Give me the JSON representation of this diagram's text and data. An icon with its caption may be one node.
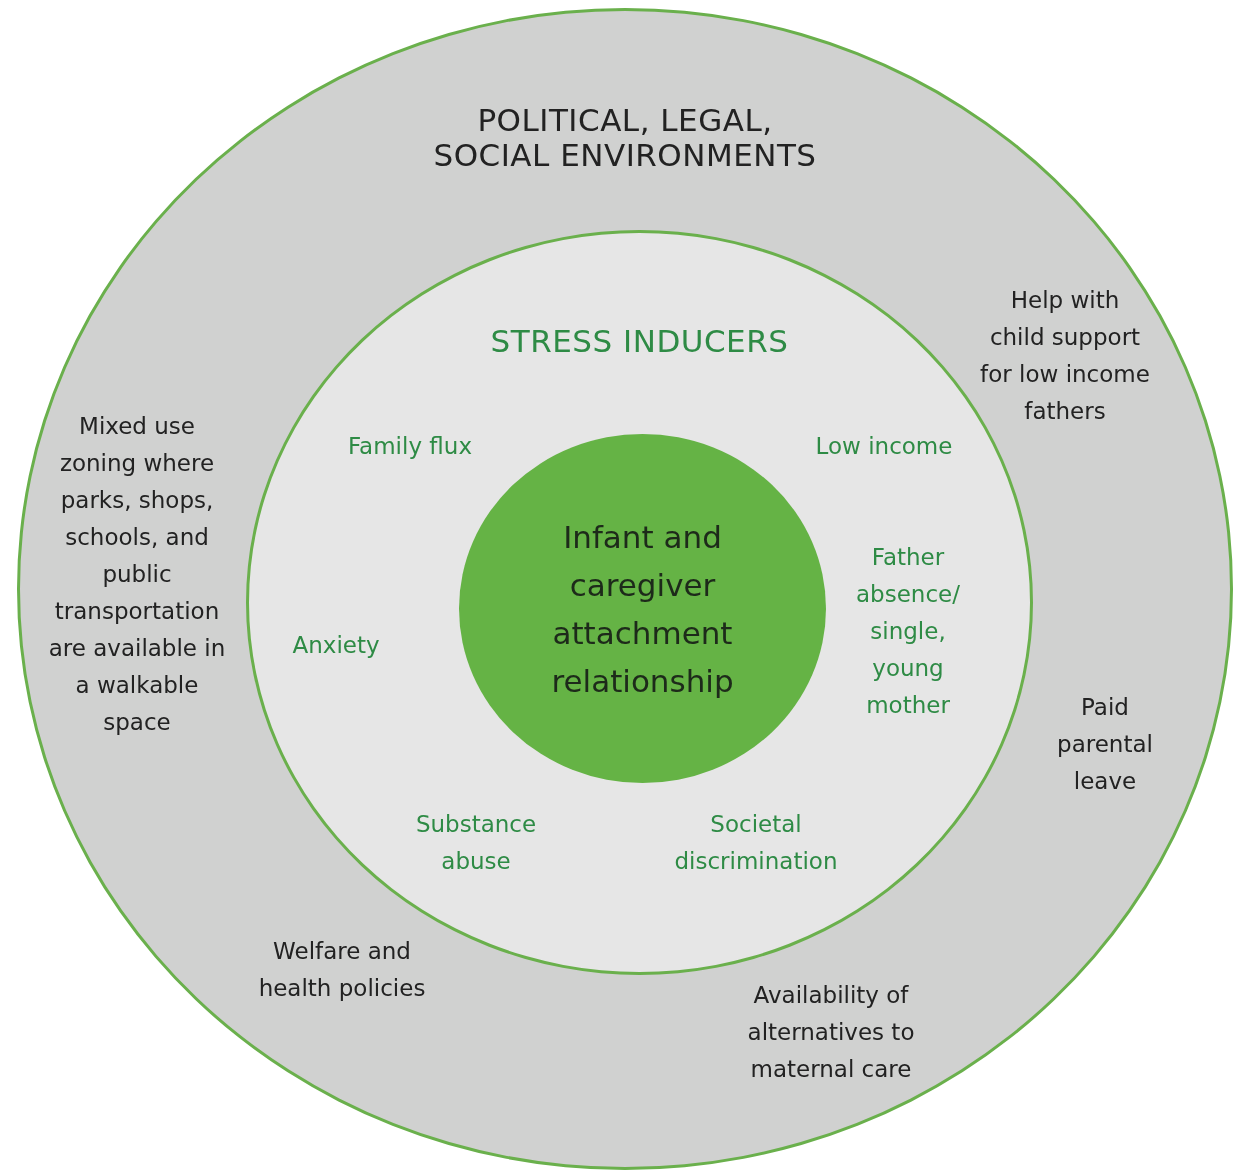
{
  "diagram": {
    "nodes": [
      {
        "text": [
          "POLITICAL, LEGAL, SOCIAL ENVIRONMENTS"
        ]
      },
      {
        "text": [
          "STRESS INDUCERS"
        ],
        "in": 0
      },
      {
        "text": [
          "Infant and caregiver attachment relationship"
        ],
        "in": 1
      }
    ],
    "labels": [
      "Help with child support for low income fathers",
      "Mixed use zoning where parks, shops, schools, and public transportation are available in a walkable space",
      "Family flux",
      "Low income",
      "Father absence/ single, young mother",
      "Anxiety",
      "Paid parental leave",
      "Substance abuse",
      "Societal discrimination",
      "Welfare and health policies",
      "Availability of alternatives to maternal care"
    ]
  }
}
